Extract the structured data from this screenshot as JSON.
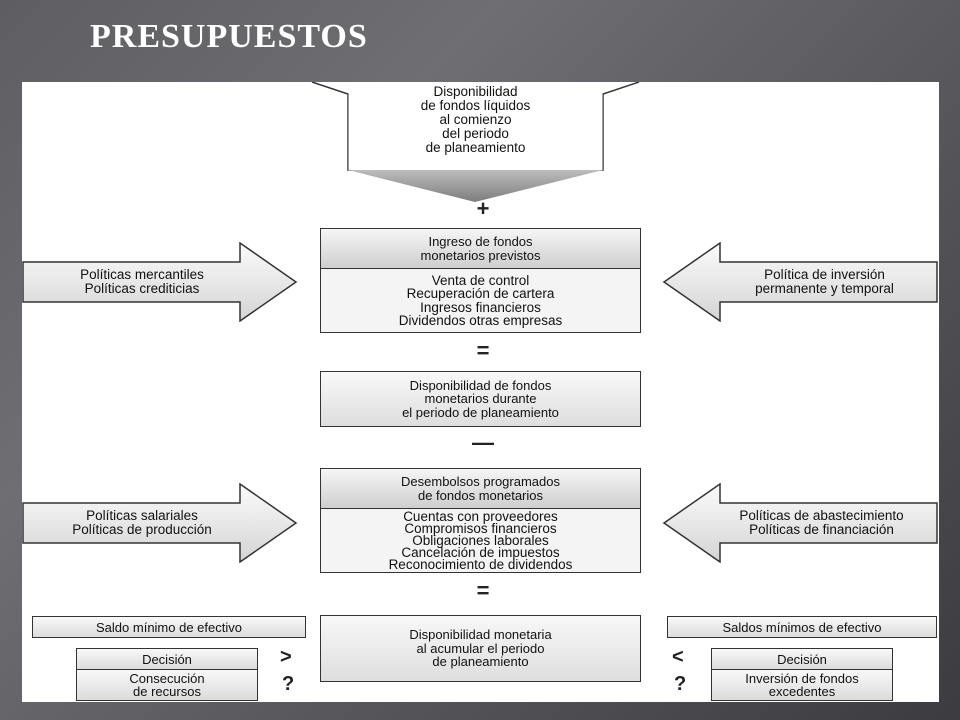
{
  "slide_title": "PRESUPUESTOS",
  "top_box": [
    "Disponibilidad",
    "de fondos líquidos",
    "al comienzo",
    "del periodo",
    "de planeamiento"
  ],
  "operators": {
    "plus": "+",
    "equals1": "=",
    "minus": "—",
    "equals2": "="
  },
  "income_box": {
    "header": [
      "Ingreso de fondos",
      "monetarios previstos"
    ],
    "items": [
      "Venta de control",
      "Recuperación de cartera",
      "Ingresos financieros",
      "Dividendos otras empresas"
    ]
  },
  "left_arrow_1": [
    "Políticas mercantiles",
    "Políticas crediticias"
  ],
  "right_arrow_1": [
    "Política de inversión",
    "permanente y temporal"
  ],
  "availability_box": [
    "Disponibilidad de fondos",
    "monetarios durante",
    "el periodo de planeamiento"
  ],
  "disbursement_box": {
    "header": [
      "Desembolsos programados",
      "de fondos monetarios"
    ],
    "items": [
      "Cuentas con proveedores",
      "Compromisos financieros",
      "Obligaciones laborales",
      "Cancelación de impuestos",
      "Reconocimiento de dividendos"
    ]
  },
  "left_arrow_2": [
    "Políticas salariales",
    "Políticas de producción"
  ],
  "right_arrow_2": [
    "Políticas de abastecimiento",
    "Políticas de financiación"
  ],
  "final_box": [
    "Disponibilidad monetaria",
    "al acumular el periodo",
    "de planeamiento"
  ],
  "left_bottom": {
    "title": "Saldo mínimo de efectivo",
    "decision": "Decisión",
    "result": [
      "Consecución",
      "de recursos"
    ],
    "sign": ">",
    "question": "?"
  },
  "right_bottom": {
    "title": "Saldos mínimos de efectivo",
    "decision": "Decisión",
    "result": [
      "Inversión de fondos",
      "excedentes"
    ],
    "sign": "<",
    "question": "?"
  }
}
